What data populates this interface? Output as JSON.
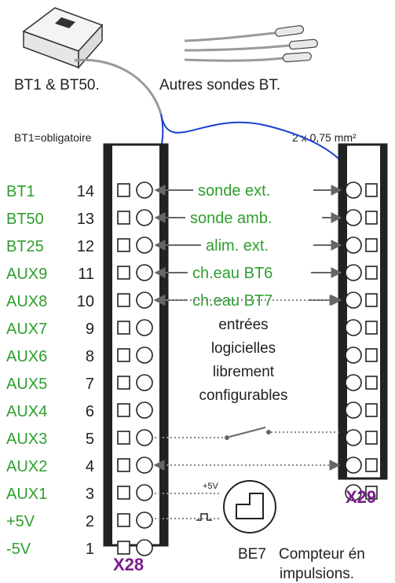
{
  "devices": {
    "module_caption": "BT1 & BT50.",
    "module_note": "BT1=obligatoire",
    "sensors_caption": "Autres sondes BT.",
    "cable_note": "2 x 0,75 mm²"
  },
  "x28": {
    "title": "X28",
    "rows": [
      {
        "signal": "BT1",
        "num": "14"
      },
      {
        "signal": "BT50",
        "num": "13"
      },
      {
        "signal": "BT25",
        "num": "12"
      },
      {
        "signal": "AUX9",
        "num": "11"
      },
      {
        "signal": "AUX8",
        "num": "10"
      },
      {
        "signal": "AUX7",
        "num": "9"
      },
      {
        "signal": "AUX6",
        "num": "8"
      },
      {
        "signal": "AUX5",
        "num": "7"
      },
      {
        "signal": "AUX4",
        "num": "6"
      },
      {
        "signal": "AUX3",
        "num": "5"
      },
      {
        "signal": "AUX2",
        "num": "4"
      },
      {
        "signal": "AUX1",
        "num": "3"
      },
      {
        "signal": "+5V",
        "num": "2"
      },
      {
        "signal": "-5V",
        "num": "1"
      }
    ]
  },
  "x29": {
    "title": "X29"
  },
  "connections": [
    "sonde ext.",
    "sonde amb.",
    "alim. ext.",
    "ch.eau BT6",
    "ch.eau BT7"
  ],
  "inputs_note": [
    "entrées",
    "logicielles",
    "librement",
    "configurables"
  ],
  "counter": {
    "plus5v": "+5V",
    "pulse_symbol": "⎍",
    "tag": "BE7",
    "caption_line1": "Compteur én",
    "caption_line2": "impulsions."
  },
  "colors": {
    "green": "#2e9e2e",
    "purple": "#7a1f8c",
    "blue": "#1a3fd0",
    "gray": "#888888",
    "black": "#222222"
  }
}
